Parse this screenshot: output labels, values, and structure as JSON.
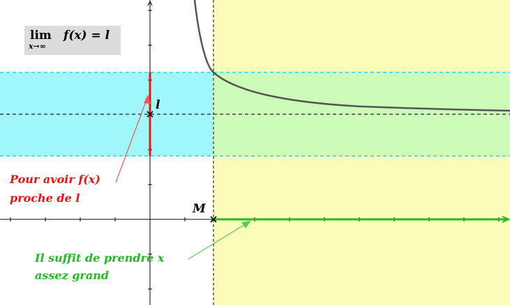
{
  "formula": {
    "lim_word": "lim",
    "lim_sub": "x→∞",
    "expression": "f(x) = l"
  },
  "labels": {
    "l": "l",
    "M": "M",
    "f_note_line1": "Pour avoir f(x)",
    "f_note_line2": "proche de l",
    "x_note_line1": "Il suffit de prendre x",
    "x_note_line2": "assez grand"
  },
  "colors": {
    "cyan_band": "#9ff6fb",
    "yellow_region": "#fbfbba",
    "overlap_region": "#cdfbb9",
    "cyan_dash": "#22d5ee",
    "curve": "#555555",
    "red": "#ee1111",
    "green": "#22bb22",
    "axis": "#000000"
  }
}
